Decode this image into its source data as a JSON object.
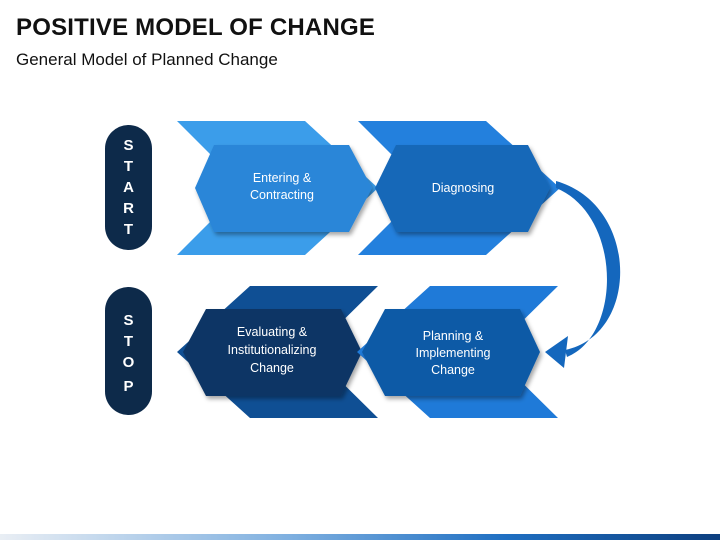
{
  "header": {
    "title": "POSITIVE MODEL OF CHANGE",
    "subtitle": "General Model of Planned Change"
  },
  "start_pill": {
    "letters": [
      "S",
      "T",
      "A",
      "R",
      "T"
    ]
  },
  "stop_pill": {
    "letters": [
      "S",
      "T",
      "O",
      "P"
    ]
  },
  "steps": [
    {
      "lines": [
        "Entering &",
        "Contracting"
      ]
    },
    {
      "lines": [
        "Diagnosing"
      ]
    },
    {
      "lines": [
        "Planning &",
        "Implementing",
        "Change"
      ]
    },
    {
      "lines": [
        "Evaluating &",
        "Institutionalizing",
        "Change"
      ]
    }
  ],
  "colors": {
    "pill": "#0d2a4a",
    "chevron_light": "#3b9dea",
    "hex_light": "#2a86d8",
    "chevron_mid": "#2380dd",
    "hex_mid": "#1767b8",
    "chevron_dark": "#0f4f94",
    "hex_dark": "#0c3565",
    "chevron_blue": "#1f7ad8",
    "hex_blue": "#0f5aa6",
    "arrow": "#1467bd"
  }
}
